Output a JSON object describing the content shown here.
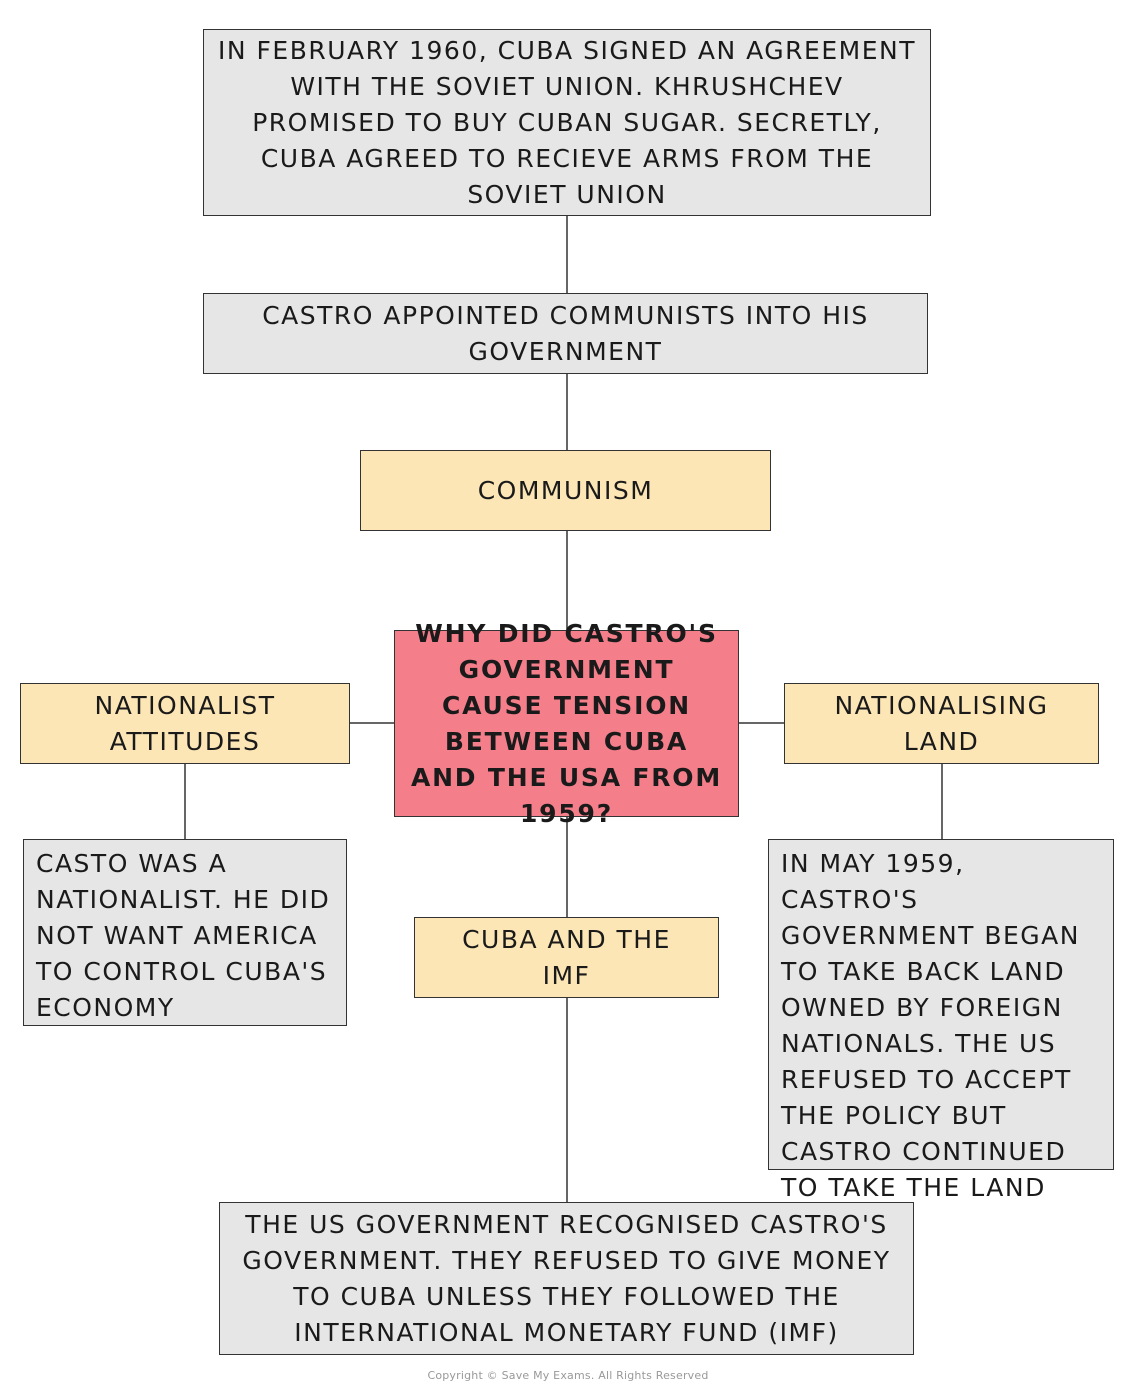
{
  "diagram": {
    "center": "WHY DID CASTRO'S GOVERNMENT CAUSE TENSION BETWEEN CUBA AND THE USA FROM 1959?",
    "communism": {
      "label": "COMMUNISM",
      "detail_1": "CASTRO APPOINTED COMMUNISTS INTO HIS GOVERNMENT",
      "detail_2": "IN FEBRUARY 1960, CUBA SIGNED AN AGREEMENT WITH THE SOVIET UNION. KHRUSHCHEV PROMISED TO BUY CUBAN SUGAR. SECRETLY, CUBA AGREED TO RECIEVE ARMS FROM THE SOVIET UNION"
    },
    "nationalist": {
      "label": "NATIONALIST ATTITUDES",
      "detail": "CASTO WAS A NATIONALIST. HE DID NOT WANT AMERICA TO CONTROL CUBA'S ECONOMY"
    },
    "nationalising": {
      "label": "NATIONALISING LAND",
      "detail": "IN MAY 1959, CASTRO'S GOVERNMENT BEGAN TO TAKE BACK LAND OWNED BY FOREIGN NATIONALS. THE US REFUSED TO ACCEPT THE POLICY BUT CASTRO CONTINUED TO TAKE THE LAND"
    },
    "imf": {
      "label": "CUBA AND THE IMF",
      "detail": "THE US GOVERNMENT RECOGNISED CASTRO'S GOVERNMENT. THEY REFUSED TO GIVE MONEY TO CUBA UNLESS THEY FOLLOWED THE INTERNATIONAL MONETARY FUND (IMF)"
    }
  },
  "copyright": "Copyright © Save My Exams. All Rights Reserved",
  "colors": {
    "center": "#f47f8b",
    "category": "#fde6b6",
    "detail": "#e6e6e6",
    "border": "#333333"
  }
}
